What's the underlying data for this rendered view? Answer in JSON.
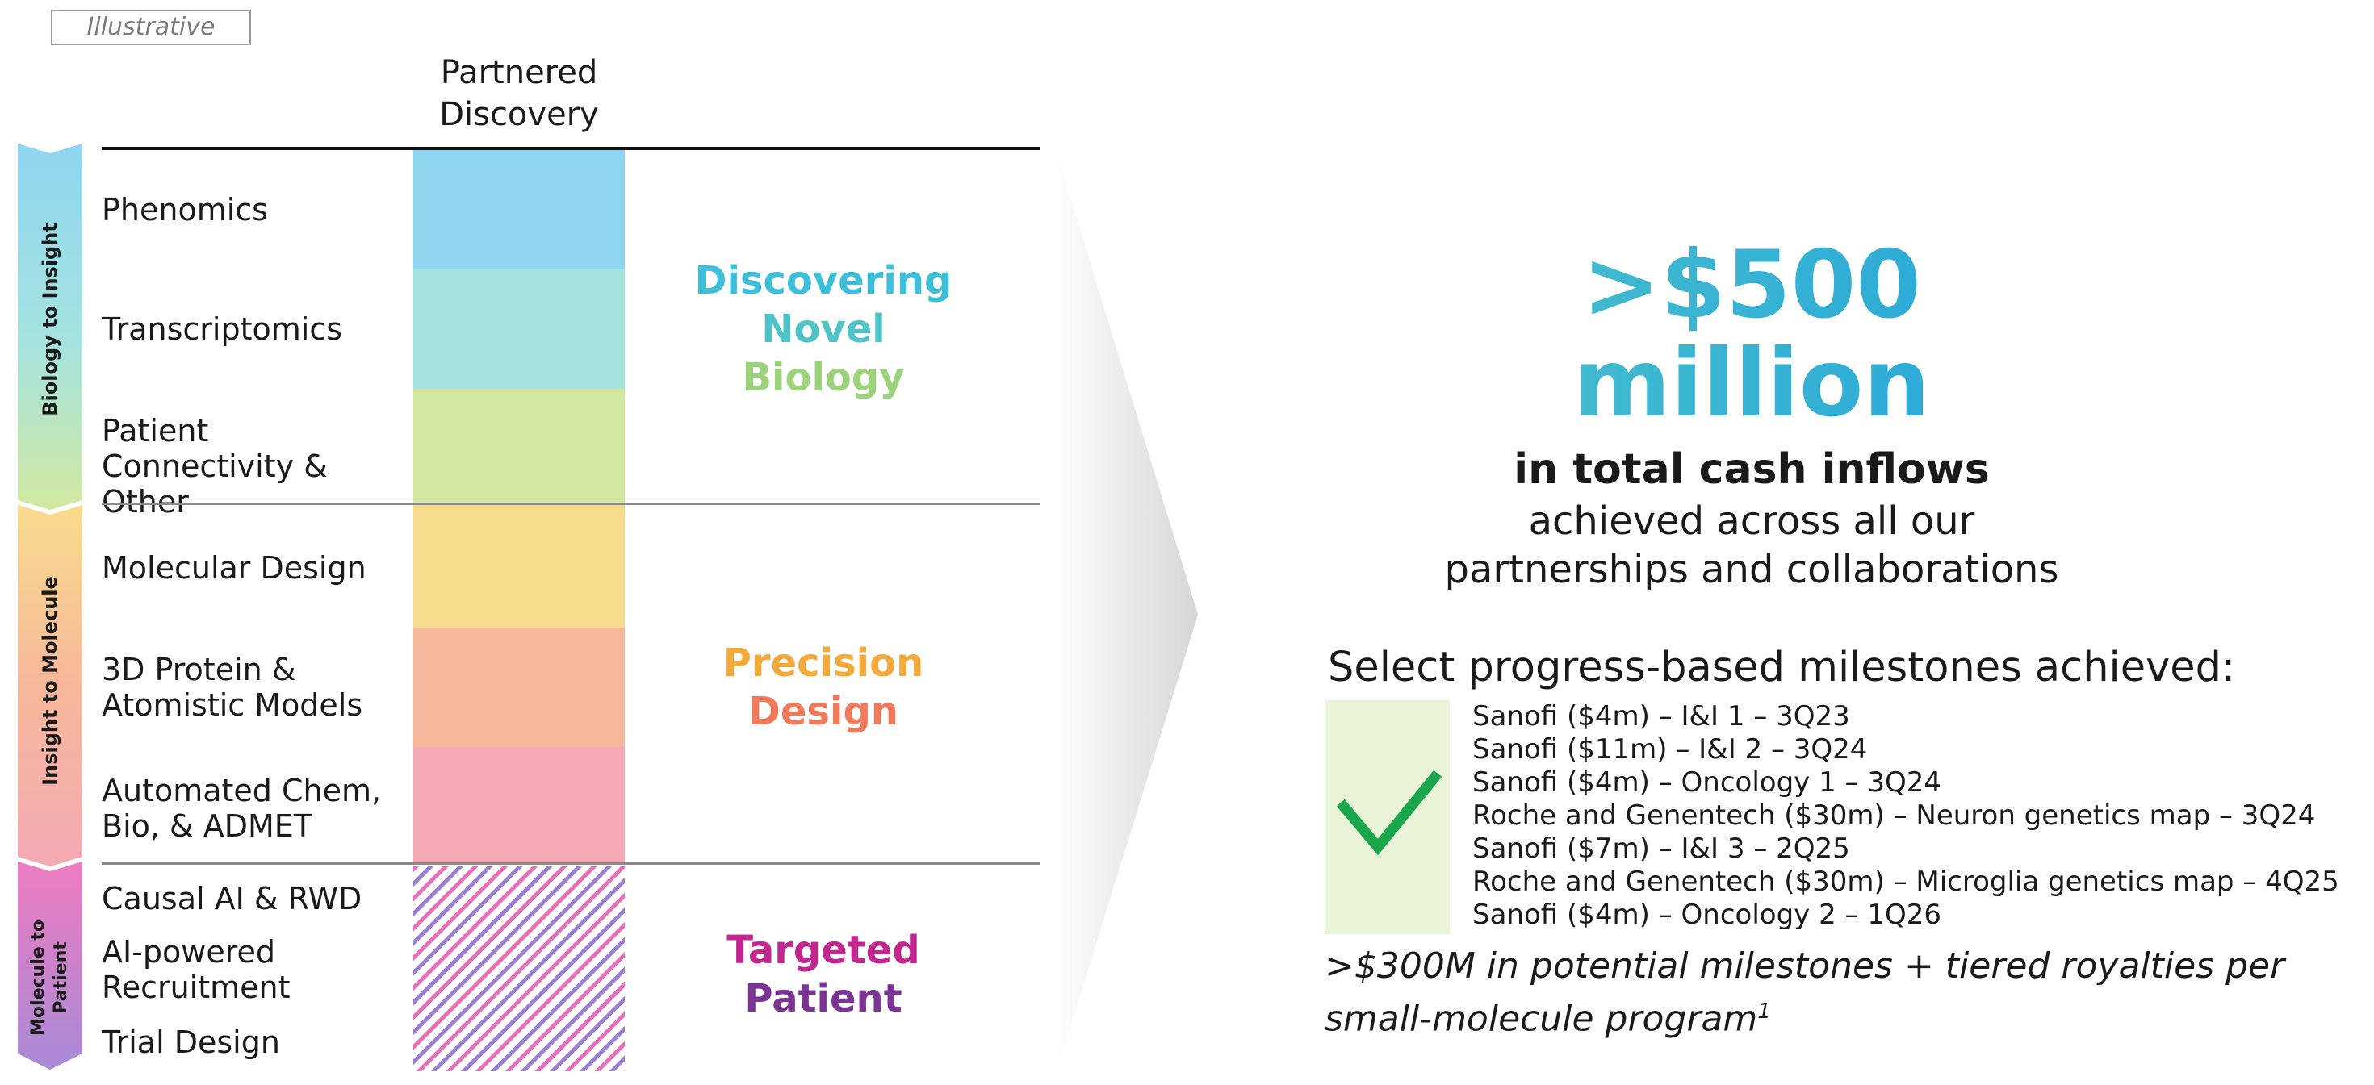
{
  "tag": "Illustrative",
  "column_header": "Partnered Discovery",
  "stages": [
    {
      "label": "Biology to Insight",
      "colors": [
        "#8ed5ef",
        "#a6e3df",
        "#d2e8a0"
      ]
    },
    {
      "label": "Insight to Molecule",
      "colors": [
        "#f8dc8e",
        "#f6b89a",
        "#f4a9b4"
      ]
    },
    {
      "label": "Molecule to Patient",
      "colors": [
        "#ee7cc0",
        "#a78ad6"
      ]
    }
  ],
  "rows": [
    {
      "label": "Phenomics",
      "color": "#8ed5ef"
    },
    {
      "label": "Transcriptomics",
      "color": "#a6e3df"
    },
    {
      "label": "Patient Connectivity & Other",
      "color": "#d2e8a0"
    },
    {
      "label": "Molecular Design",
      "color": "#f8dc8e"
    },
    {
      "label": "3D Protein & Atomistic Models",
      "color": "#f6b89a"
    },
    {
      "label": "Automated Chem, Bio, & ADMET",
      "color": "#f4a9b4"
    },
    {
      "label": "Causal AI & RWD"
    },
    {
      "label": "AI-powered Recruitment"
    },
    {
      "label": "Trial Design"
    }
  ],
  "phrases": {
    "discovering": "Discovering",
    "novel": "Novel",
    "biology": "Biology",
    "precision": "Precision",
    "design": "Design",
    "targeted": "Targeted",
    "patient": "Patient"
  },
  "colors": {
    "cyan": "#3dbfd9",
    "teal": "#4fc4c8",
    "green": "#9bd27a",
    "orange": "#f4a93b",
    "coral": "#f07a5a",
    "magenta": "#c2268f",
    "purple": "#7b3494",
    "check": "#1aa64a"
  },
  "headline": {
    "stat": ">$500",
    "stat_unit": "million",
    "bold": "in total cash inflows",
    "line2": "achieved across all our",
    "line3": "partnerships and collaborations"
  },
  "milestones": {
    "title": "Select progress-based milestones achieved:",
    "icon": "checkmark-icon",
    "items": [
      "Sanofi ($4m) – I&I 1 – 3Q23",
      "Sanofi ($11m) – I&I 2 – 3Q24",
      "Sanofi ($4m) – Oncology 1 – 3Q24",
      "Roche and Genentech ($30m) – Neuron genetics map – 3Q24",
      "Sanofi ($7m) – I&I 3 – 2Q25",
      "Roche and Genentech ($30m) – Microglia genetics map – 4Q25",
      "Sanofi ($4m) – Oncology 2 – 1Q26"
    ]
  },
  "footnote": {
    "text": ">$300M in potential milestones + tiered royalties per small-molecule program",
    "sup": "1"
  }
}
